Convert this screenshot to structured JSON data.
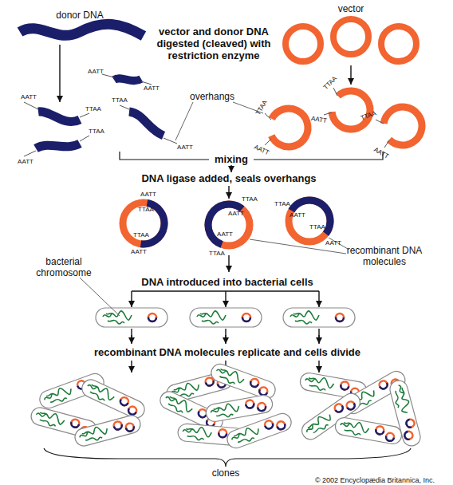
{
  "diagram": {
    "labels": [
      "donor DNA",
      "vector",
      "vector and donor DNA digested (cleaved) with restriction enzyme",
      "AATT",
      "AATT",
      "AATT",
      "TTAA",
      "TTAA",
      "AATT",
      "TTAA",
      "AATT",
      "overhangs",
      "TTAA",
      "AATT",
      "TTAA",
      "AATT",
      "TTAA",
      "AATT",
      "mixing",
      "DNA ligase added, seals overhangs",
      "AATT",
      "TTAA",
      "TTAA",
      "AATT",
      "TTAA",
      "AATT",
      "AATT",
      "TTAA",
      "TTAA",
      "AATT",
      "TTAA",
      "AATT",
      "recombinant DNA molecules",
      "bacterial chromosome",
      "DNA introduced into bacterial cells",
      "recombinant DNA molecules replicate and cells divide",
      "clones",
      "© 2002 Encyclopædia Britannica, Inc."
    ]
  }
}
